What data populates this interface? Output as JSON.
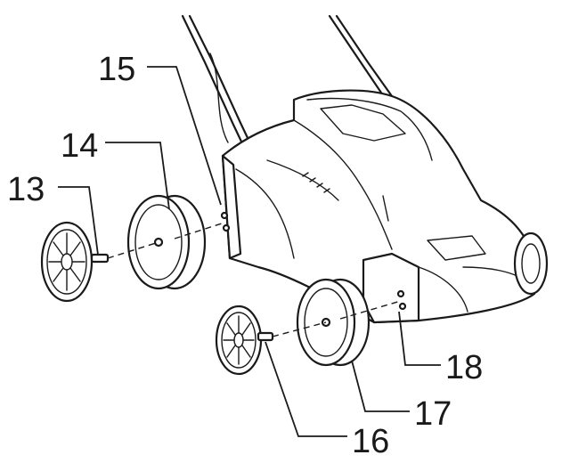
{
  "callouts": [
    {
      "id": "13",
      "text": "13"
    },
    {
      "id": "14",
      "text": "14"
    },
    {
      "id": "15",
      "text": "15"
    },
    {
      "id": "16",
      "text": "16"
    },
    {
      "id": "17",
      "text": "17"
    },
    {
      "id": "18",
      "text": "18"
    }
  ],
  "colors": {
    "line": "#1a1a1a",
    "background": "#ffffff"
  }
}
